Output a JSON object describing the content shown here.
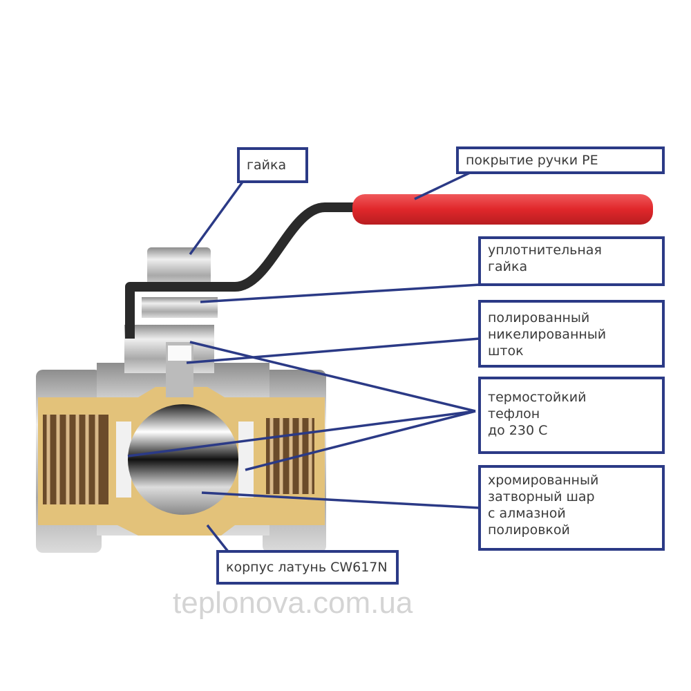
{
  "labels": {
    "nut": "гайка",
    "handle_coating": "покрытие ручки PE",
    "seal_nut": [
      "уплотнительная",
      "гайка"
    ],
    "stem": [
      "полированный",
      "никелированный",
      "шток"
    ],
    "teflon": [
      "термостойкий",
      "тефлон",
      "до 230 С"
    ],
    "ball": [
      "хромированный",
      "затворный шар",
      "с алмазной",
      "полировкой"
    ],
    "body": "корпус латунь CW617N"
  },
  "watermark": "teplonova.com.ua",
  "colors": {
    "leader_line": "#2b3a86",
    "handle": "#e0272b",
    "brass": "#e3c27a",
    "chrome": "#b9b9b9"
  }
}
